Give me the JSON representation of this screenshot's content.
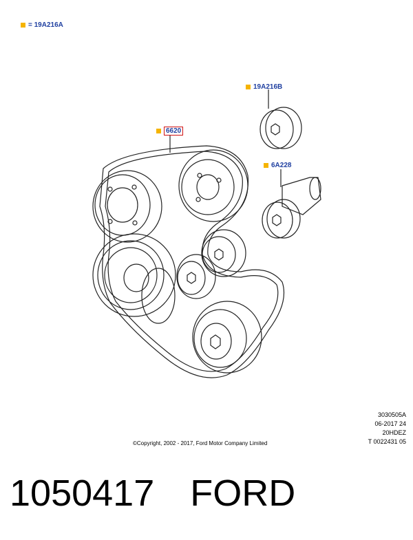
{
  "legend": {
    "text": "= 19A216A",
    "marker_color": "#f5b400"
  },
  "callouts": {
    "belt": "6620",
    "idler_top": "19A216B",
    "tensioner": "6A228"
  },
  "reference": [
    "3030505A",
    "06-2017 24",
    "20HDEZ",
    "T 0022431 05"
  ],
  "copyright": "©Copyright, 2002 - 2017, Ford Motor Company Limited",
  "caption": {
    "part_number": "1050417",
    "brand": "FORD"
  },
  "colors": {
    "label": "#1f3fa0",
    "highlight_box": "#d01010",
    "marker": "#f5b400"
  }
}
